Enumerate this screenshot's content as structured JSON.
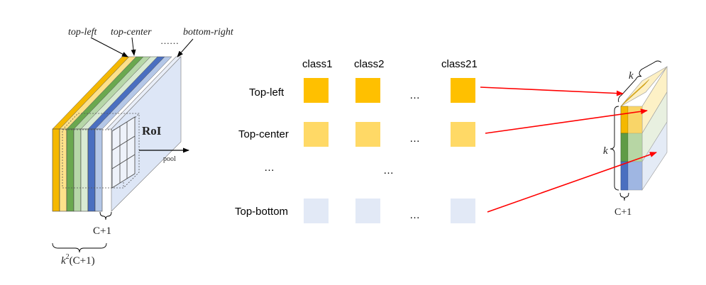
{
  "left_figure": {
    "labels": {
      "top_left": "top-left",
      "top_center": "top-center",
      "dots": "……",
      "bottom_right": "bottom-right",
      "roi": "RoI",
      "pool": "pool",
      "c_plus_1": "C+1",
      "k2_prefix": "k",
      "k2_exponent": "2",
      "k2_suffix": "(C+1)"
    },
    "layer_colors": [
      "#f5b800",
      "#fde18a",
      "#6aa84f",
      "#b6d7a8",
      "#d9ead3",
      "#4a6fc0",
      "#b4c7e7"
    ]
  },
  "table": {
    "columns": [
      "class1",
      "class2",
      "class21"
    ],
    "rows": [
      "Top-left",
      "Top-center",
      "Top-bottom"
    ],
    "ellipsis": "…",
    "row_colors": [
      "#ffc000",
      "#ffd966",
      "#e2e9f6"
    ]
  },
  "right_figure": {
    "labels": {
      "k_top": "k",
      "k_side": "k",
      "c_plus_1": "C+1"
    }
  },
  "colors": {
    "arrow": "#ff0000",
    "front_face": "#dce5f5",
    "top_face": "#f0f3fa",
    "line": "#000000"
  }
}
